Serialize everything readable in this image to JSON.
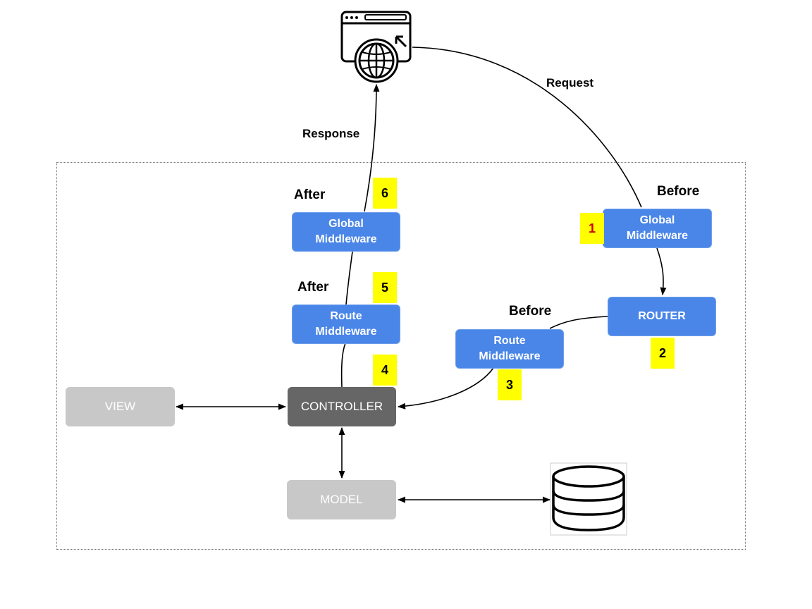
{
  "labels": {
    "request": "Request",
    "response": "Response",
    "before_global": "Before",
    "before_route": "Before",
    "after_global": "After",
    "after_route": "After"
  },
  "nodes": {
    "global_mw_before": "Global\nMiddleware",
    "router": "ROUTER",
    "route_mw_before": "Route\nMiddleware",
    "controller": "CONTROLLER",
    "view": "VIEW",
    "model": "MODEL",
    "route_mw_after": "Route\nMiddleware",
    "global_mw_after": "Global\nMiddleware"
  },
  "steps": [
    "1",
    "2",
    "3",
    "4",
    "5",
    "6"
  ],
  "icons": {
    "client": "browser-globe-icon",
    "database": "database-icon"
  },
  "colors": {
    "middleware": "#4a86e8",
    "controller": "#666666",
    "view_model": "#c8c8c8",
    "badge": "#ffff00",
    "step_one": "#cc0000"
  }
}
